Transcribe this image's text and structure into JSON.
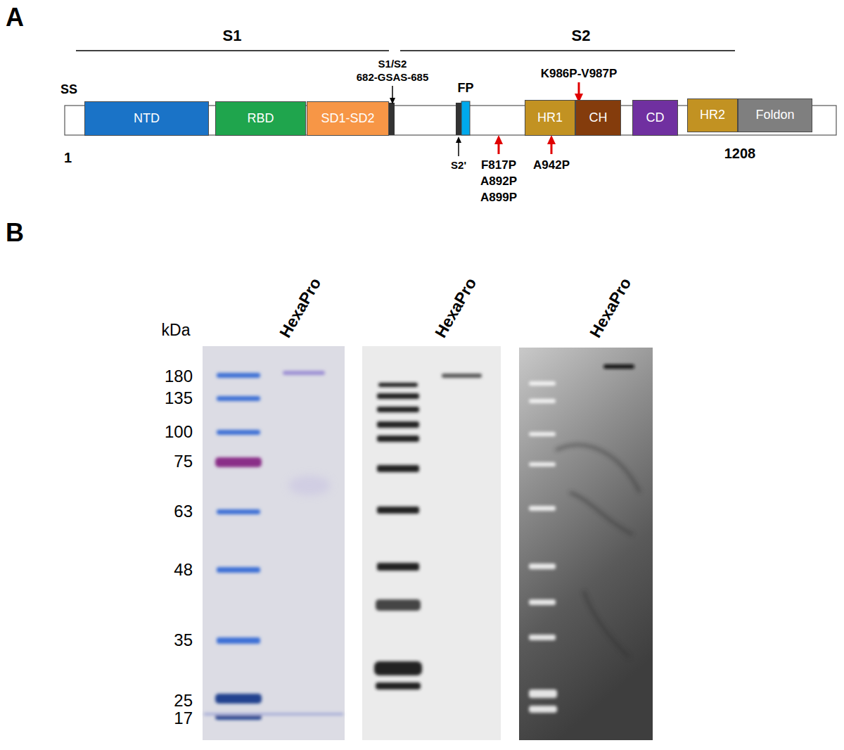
{
  "diagram": {
    "nodes": [
      {
        "text": [
          "NTD"
        ]
      },
      {
        "text": [
          "RBD"
        ]
      },
      {
        "text": [
          "SD1-SD2"
        ]
      },
      {
        "text": [
          "HR1"
        ]
      },
      {
        "text": [
          "CH"
        ]
      },
      {
        "text": [
          "CD"
        ]
      },
      {
        "text": [
          "HR2"
        ]
      },
      {
        "text": [
          "Foldon"
        ]
      }
    ],
    "labels": [
      "A",
      "S1",
      "S2",
      "SS",
      "S1/S2",
      "682-GSAS-685",
      "FP",
      "K986P-V987P",
      "S2'",
      "F817P",
      "A892P",
      "A899P",
      "A942P",
      "1",
      "1208",
      "B",
      "HexaPro",
      "HexaPro",
      "HexaPro",
      "kDa",
      "180",
      "135",
      "100",
      "75",
      "63",
      "48",
      "35",
      "25",
      "17"
    ]
  }
}
